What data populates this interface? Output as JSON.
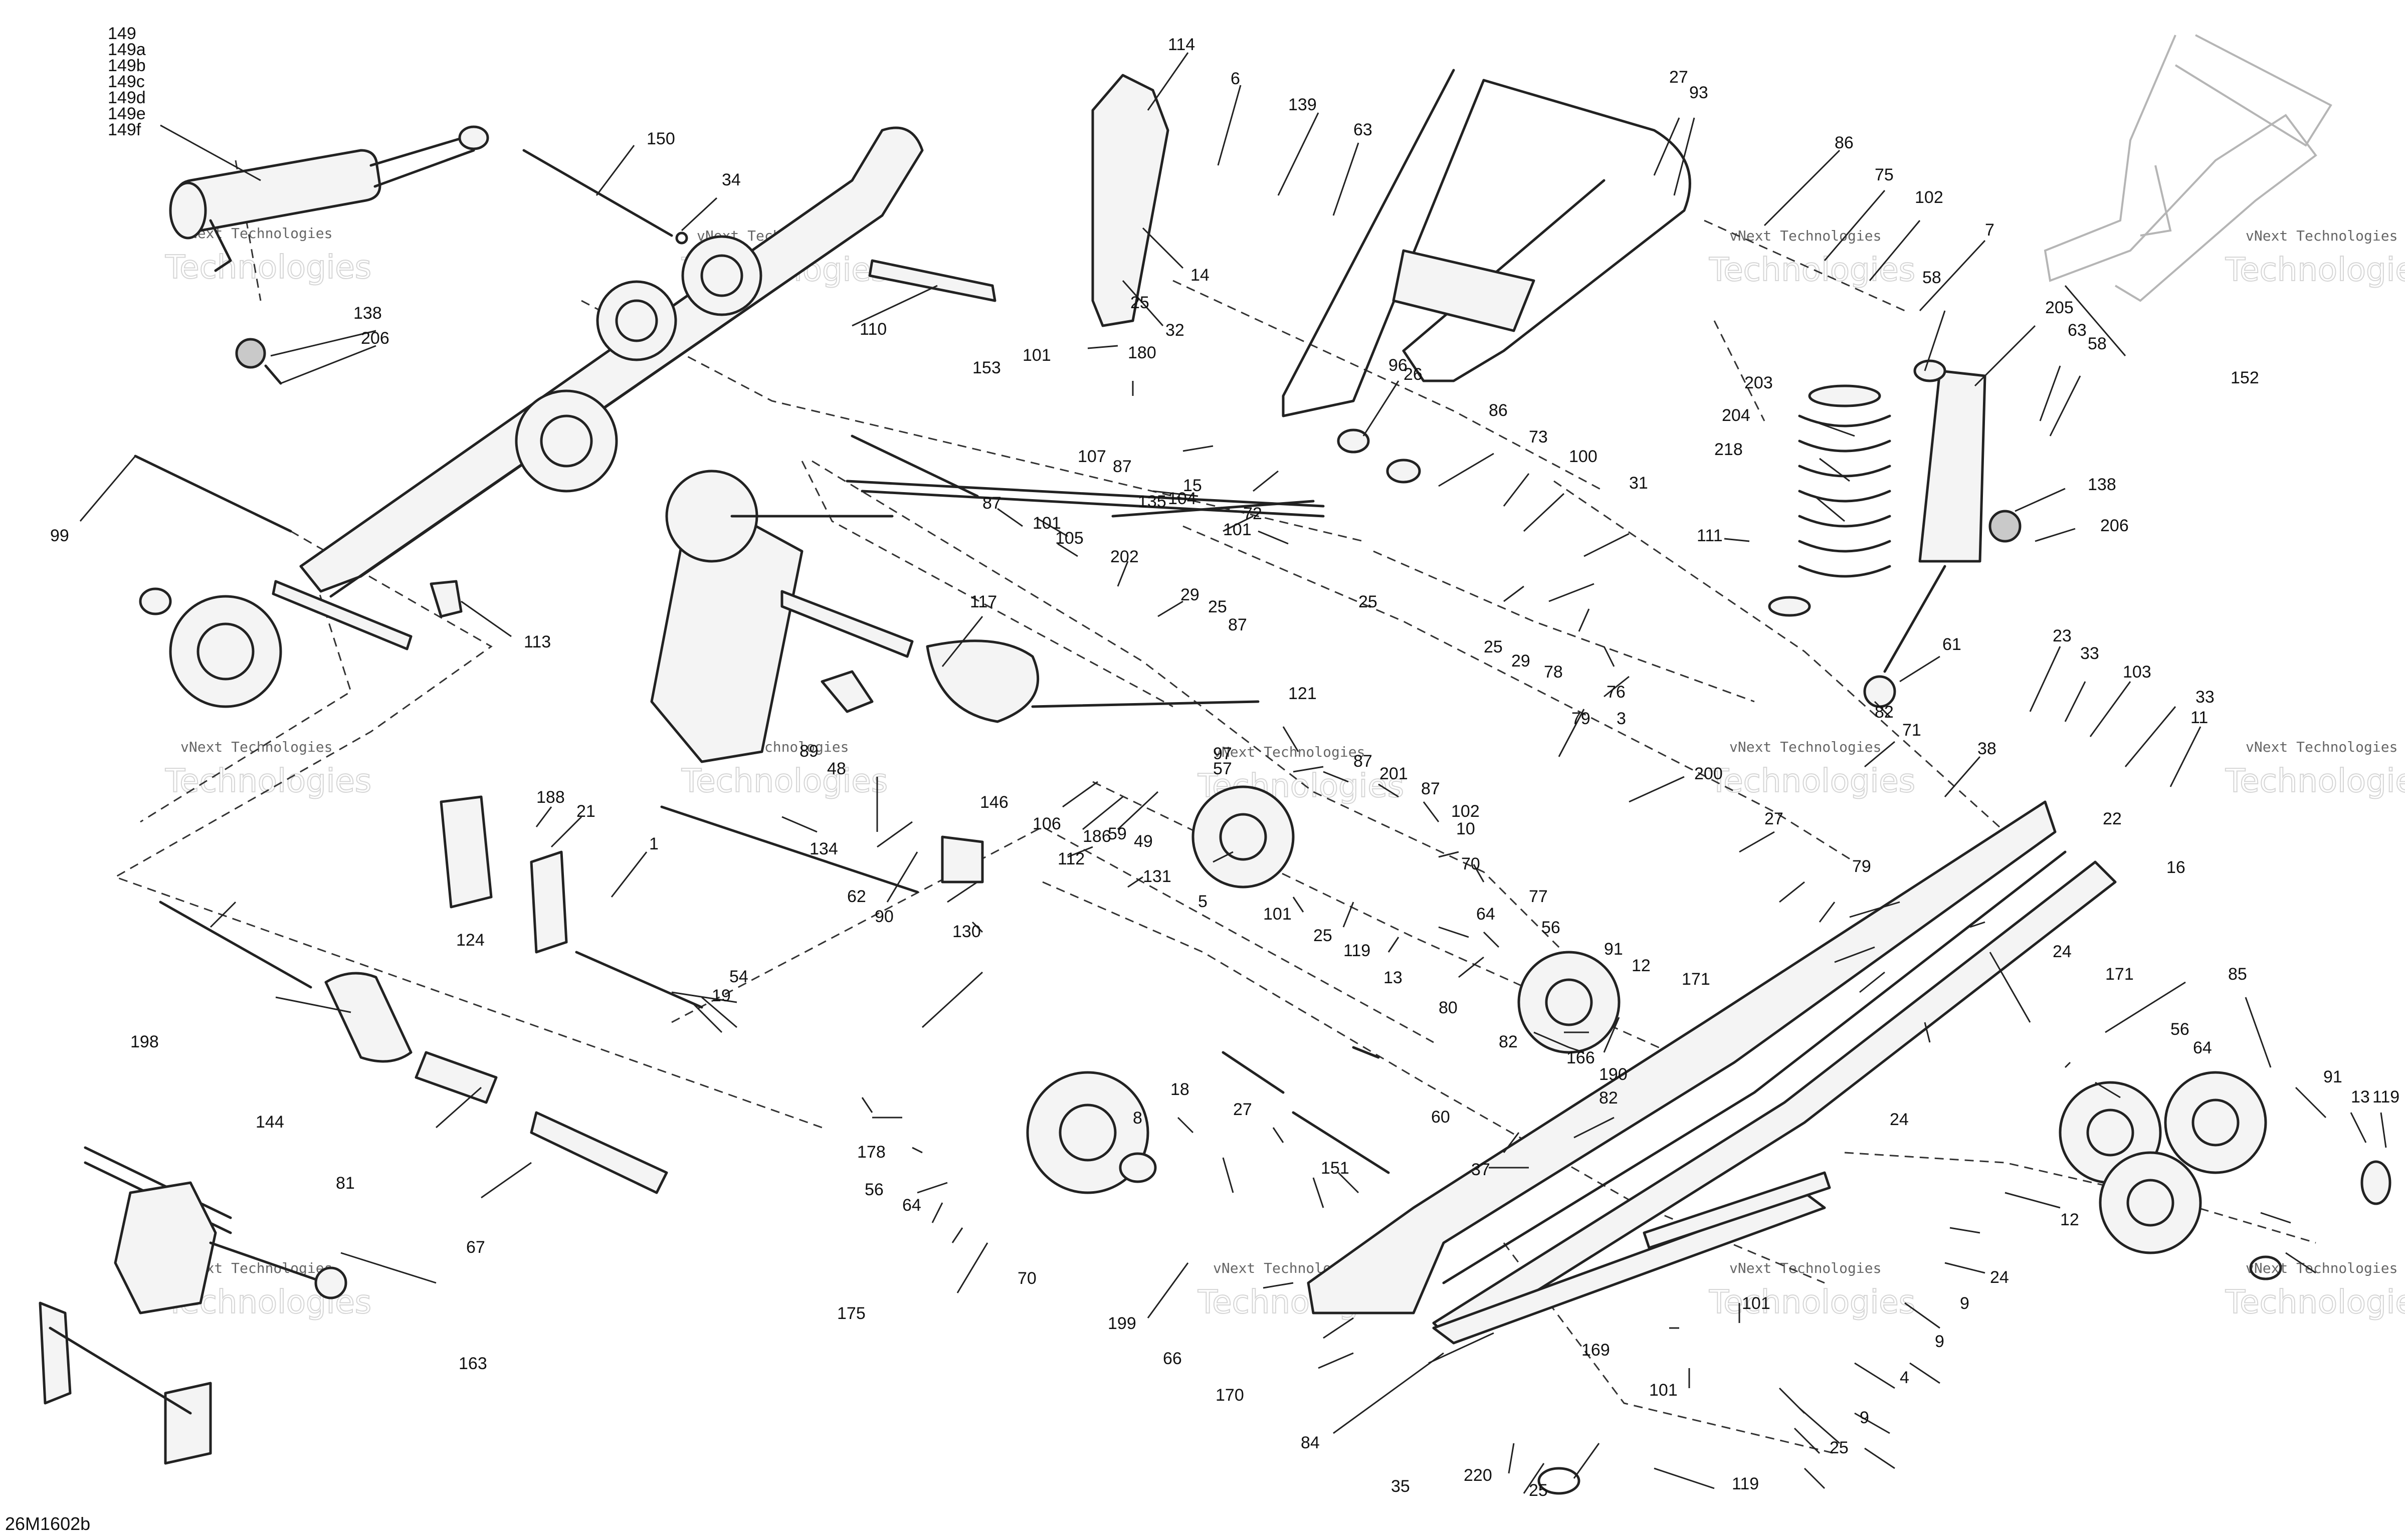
{
  "figure": {
    "code": "26M1602b",
    "watermark": {
      "line1": "vNext Technologies",
      "line2": "Technologies"
    }
  },
  "callouts": {
    "c149": [
      "149",
      "149a",
      "149b",
      "149c",
      "149d",
      "149e",
      "149f"
    ],
    "c150": "150",
    "c34": "34",
    "c138a": "138",
    "c206a": "206",
    "c110": "110",
    "c99": "99",
    "c113": "113",
    "c114": "114",
    "c6": "6",
    "c139": "139",
    "c63a": "63",
    "c14": "14",
    "c25a": "25",
    "c32": "32",
    "c153": "153",
    "c180": "180",
    "c101a": "101",
    "c107": "107",
    "c87a": "87",
    "c15": "15",
    "c104": "104",
    "c72": "72",
    "c135": "135",
    "c101b": "101",
    "c27a": "27",
    "c93": "93",
    "c96": "96",
    "c26": "26",
    "c86a": "86",
    "c73": "73",
    "c100": "100",
    "c31": "31",
    "c25b": "25",
    "c86b": "86",
    "c75": "75",
    "c102a": "102",
    "c7": "7",
    "c58a": "58",
    "c205": "205",
    "c63b": "63",
    "c58b": "58",
    "c152": "152",
    "c203": "203",
    "c204": "204",
    "c218": "218",
    "c138b": "138",
    "c206b": "206",
    "c111": "111",
    "c61": "61",
    "c82a": "82",
    "c71": "71",
    "c38": "38",
    "c87b": "87",
    "c101c": "101",
    "c105": "105",
    "c202": "202",
    "c29a": "29",
    "c25c": "25",
    "c87c": "87",
    "c117": "117",
    "c25d": "25",
    "c29b": "29",
    "c78": "78",
    "c76": "76",
    "c3": "3",
    "c79a": "79",
    "c23": "23",
    "c33a": "33",
    "c103": "103",
    "c33b": "33",
    "c11": "11",
    "c89": "89",
    "c48": "48",
    "c121": "121",
    "c97": "97",
    "c57": "57",
    "c87d": "87",
    "c201": "201",
    "c87e": "87",
    "c200": "200",
    "c146": "146",
    "c106": "106",
    "c59": "59",
    "c49": "49",
    "c186": "186",
    "c102b": "102",
    "c10": "10",
    "c70a": "70",
    "c77": "77",
    "c27b": "27",
    "c22": "22",
    "c188": "188",
    "c21": "21",
    "c1": "1",
    "c134": "134",
    "c62": "62",
    "c90": "90",
    "c130": "130",
    "c112": "112",
    "c131": "131",
    "c5": "5",
    "c101d": "101",
    "c25e": "25",
    "c119a": "119",
    "c13a": "13",
    "c64a": "64",
    "c56a": "56",
    "c79b": "79",
    "c16": "16",
    "c124": "124",
    "c54": "54",
    "c19": "19",
    "c198": "198",
    "c144": "144",
    "c81": "81",
    "c67": "67",
    "c80": "80",
    "c91a": "91",
    "c12a": "12",
    "c171a": "171",
    "c24a": "24",
    "c171b": "171",
    "c85": "85",
    "c82b": "82",
    "c166": "166",
    "c190": "190",
    "c82c": "82",
    "c60": "60",
    "c37": "37",
    "c56b": "56",
    "c64b": "64",
    "c91b": "91",
    "c13b": "13",
    "c119b": "119",
    "c24b": "24",
    "c12b": "12",
    "c24c": "24",
    "c178": "178",
    "c56c": "56",
    "c64c": "64",
    "c18": "18",
    "c27c": "27",
    "c8": "8",
    "c151": "151",
    "c70b": "70",
    "c175": "175",
    "c199": "199",
    "c66": "66",
    "c170": "170",
    "c9a": "9",
    "c101e": "101",
    "c9b": "9",
    "c169": "169",
    "c4": "4",
    "c101f": "101",
    "c9c": "9",
    "c25f": "25",
    "c163": "163",
    "c84": "84",
    "c35": "35",
    "c220": "220",
    "c25g": "25",
    "c119c": "119"
  }
}
